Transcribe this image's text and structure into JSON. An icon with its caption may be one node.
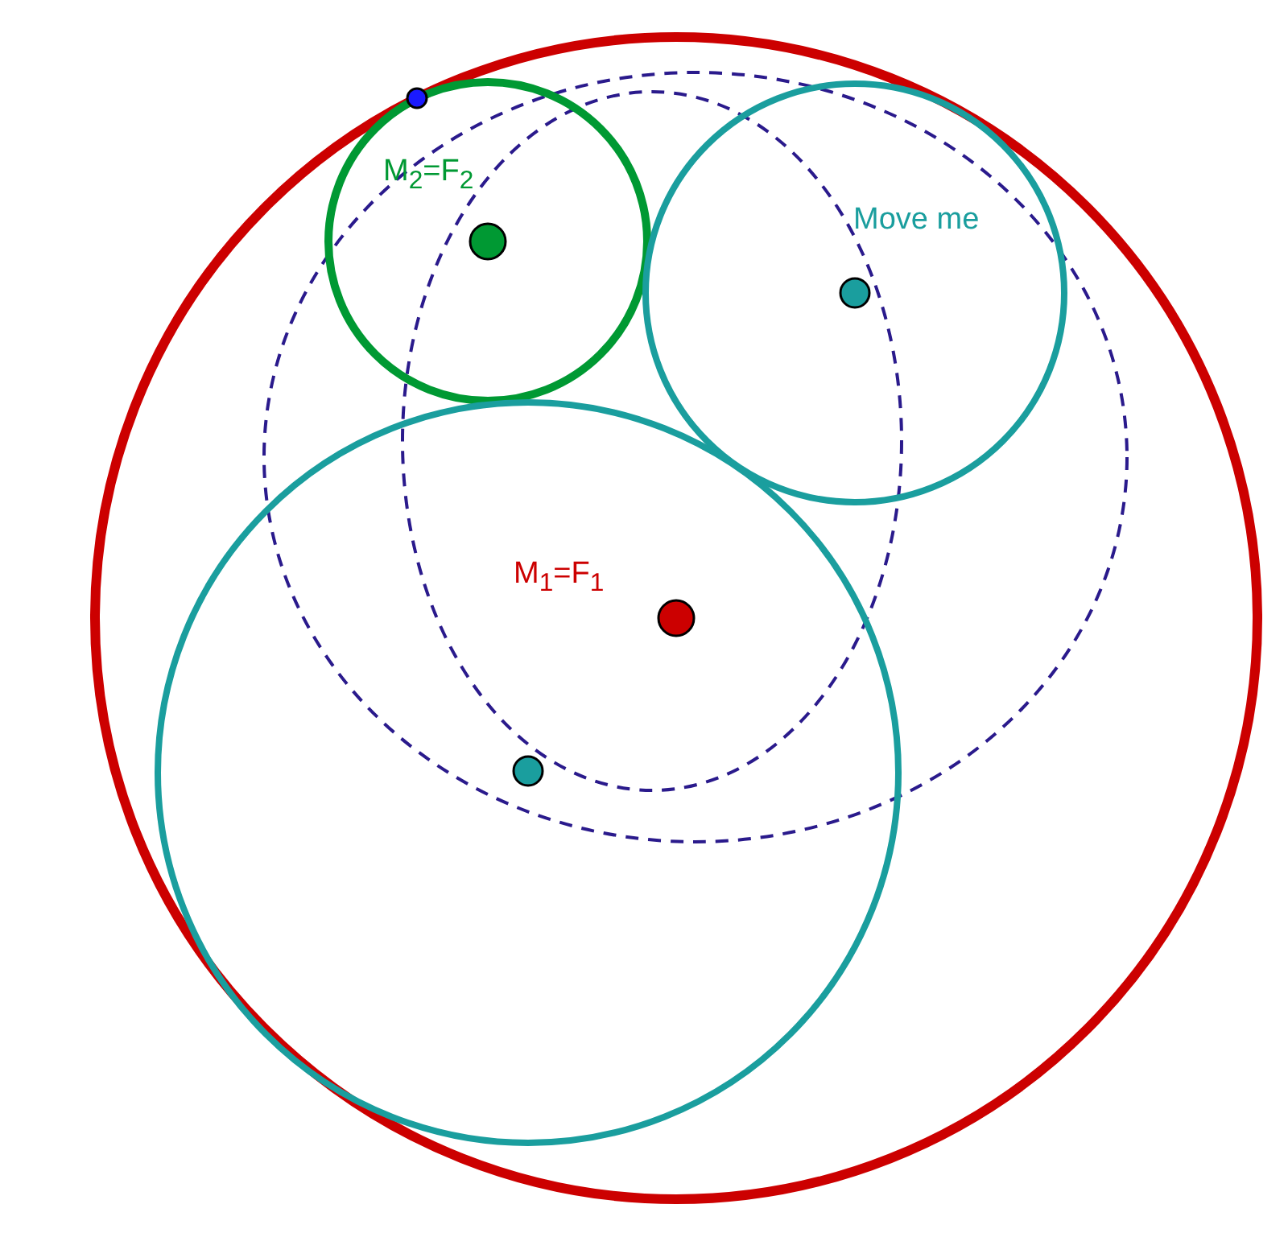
{
  "diagram": {
    "labels": [
      "M$_{2}$=F$_{2}$",
      "Move me",
      "M$_{1}$=F$_{1}$"
    ]
  }
}
